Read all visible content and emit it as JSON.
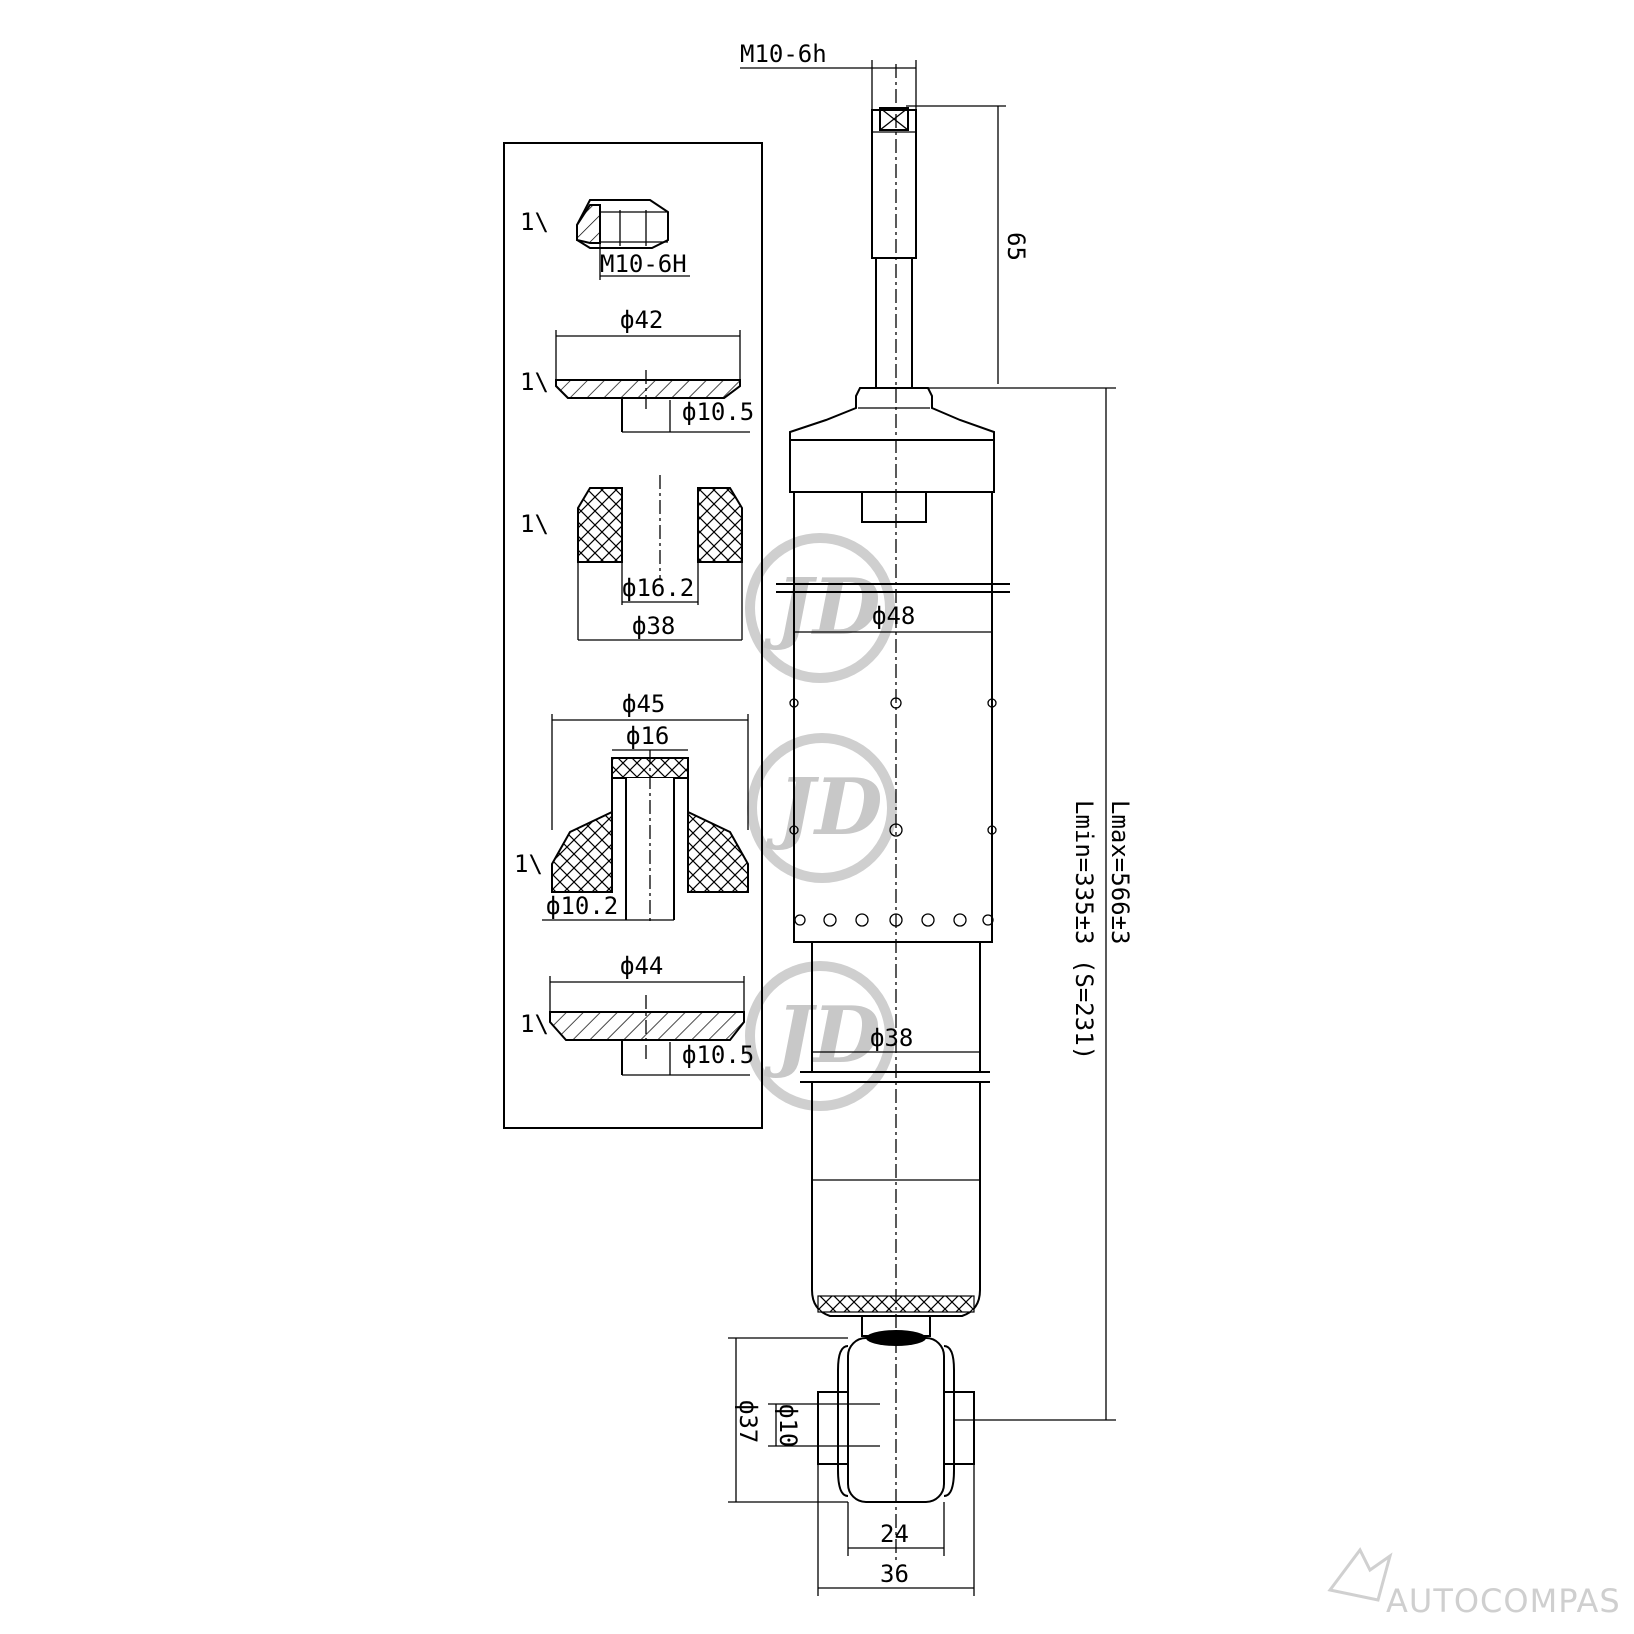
{
  "labels": {
    "rod_thread": "M10-6h",
    "nut_thread": "M10-6H",
    "stud_length": "65",
    "washer_top_outer": "ф42",
    "washer_top_hole": "ф10.5",
    "bump_inner": "ф16.2",
    "bump_outer": "ф38",
    "bushing_outer": "ф45",
    "bushing_top": "ф16",
    "bushing_bottom": "ф10.2",
    "washer_bottom_outer": "ф44",
    "washer_bottom_hole": "ф10.5",
    "body_diameter": "ф48",
    "tube_diameter": "ф38",
    "length_max": "Lmax=566±3",
    "length_min": "Lmin=335±3 (S=231)",
    "eye_outer": "ф37",
    "eye_inner": "ф10",
    "eye_width_inner": "24",
    "eye_width_outer": "36",
    "qty_nut": "1\\",
    "qty_washer_top": "1\\",
    "qty_bump": "1\\",
    "qty_bushing": "1\\",
    "qty_washer_bottom": "1\\",
    "watermark": "JD",
    "brand": "AUTOCOMPAS"
  },
  "colors": {
    "line": "#000000",
    "watermark": "#c8c8c8",
    "background": "#ffffff"
  }
}
